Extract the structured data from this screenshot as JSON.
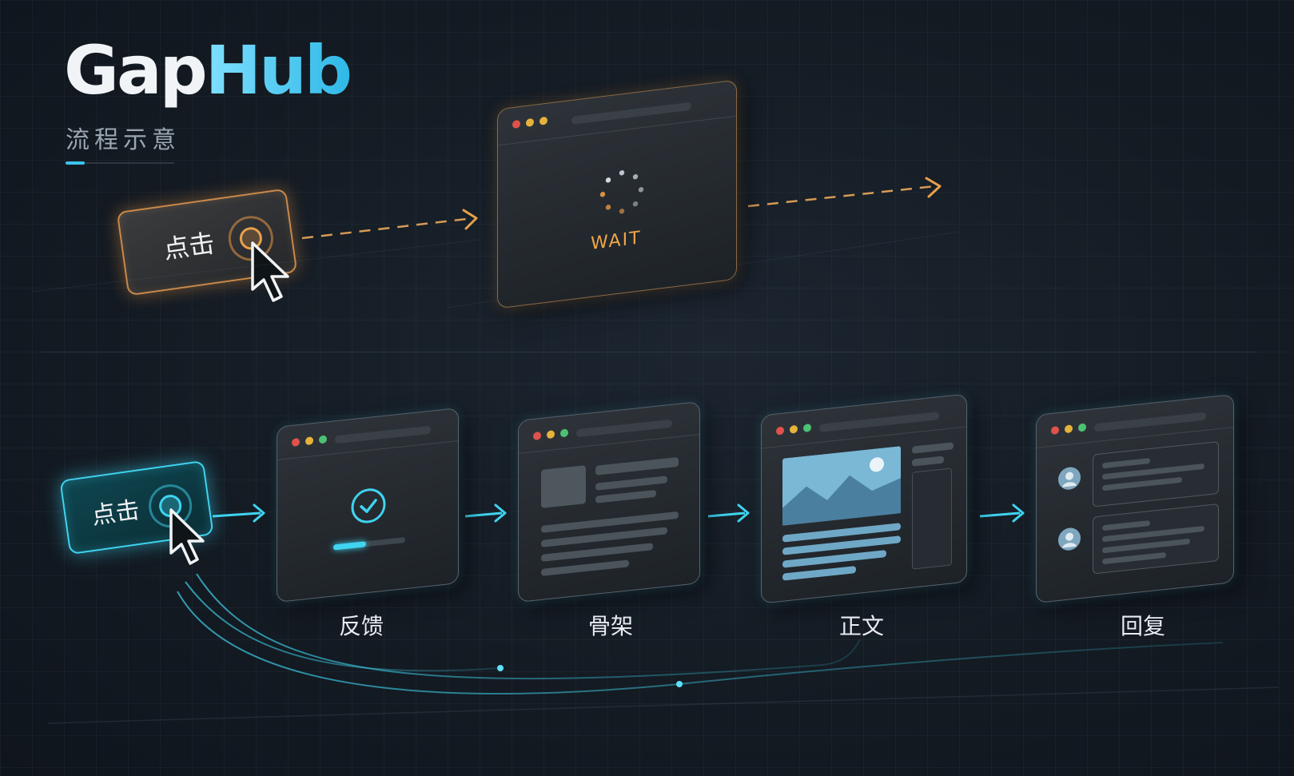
{
  "brand": {
    "part1": "Gap",
    "part2": "Hub",
    "subtitle": "流程示意"
  },
  "top_flow": {
    "button_label": "点击",
    "window_status": "WAIT"
  },
  "bottom_flow": {
    "button_label": "点击",
    "steps": [
      {
        "label": "反馈"
      },
      {
        "label": "骨架"
      },
      {
        "label": "正文"
      },
      {
        "label": "回复"
      }
    ]
  },
  "colors": {
    "accent_orange": "#e8a14c",
    "accent_cyan": "#3fd4f0",
    "window_red": "#e0524b",
    "window_yellow": "#e6b23c",
    "window_green": "#4cc174"
  },
  "icons": [
    "cursor-icon",
    "spinner-icon",
    "check-circle-icon",
    "image-icon",
    "avatar-icon",
    "arrow-right-icon"
  ]
}
